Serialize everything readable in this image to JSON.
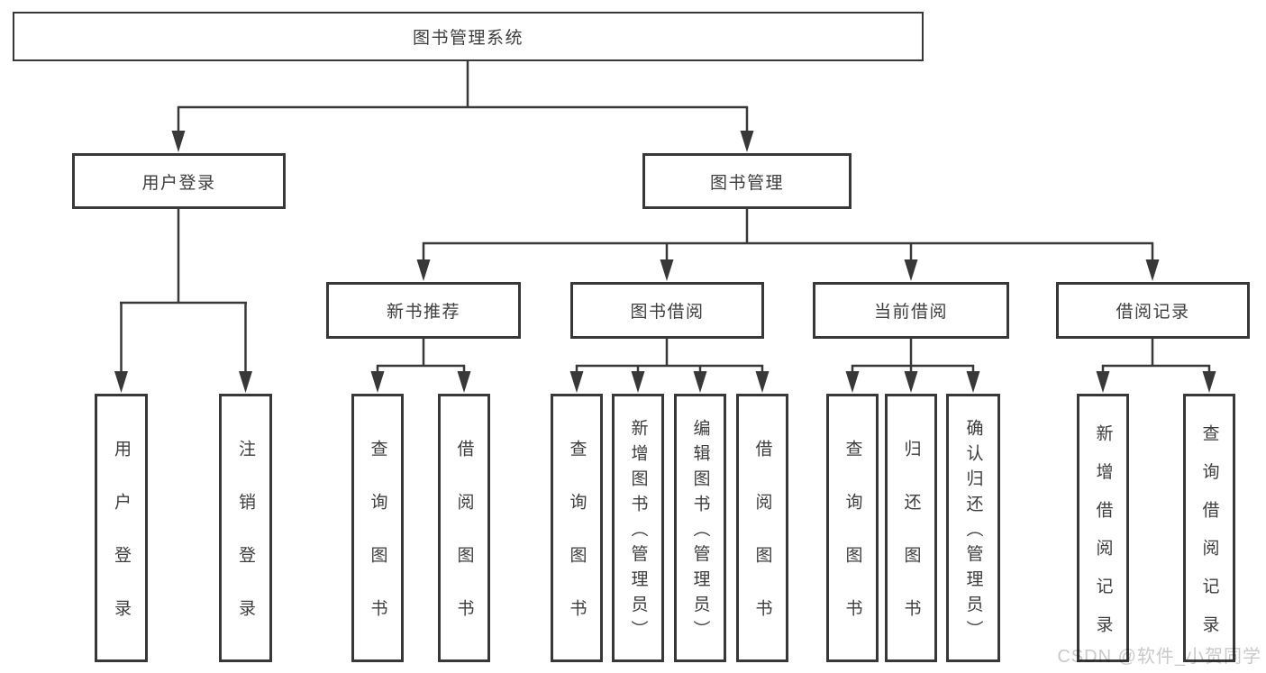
{
  "tree": {
    "label": "图书管理系统",
    "children": [
      {
        "label": "用户登录",
        "children": [
          {
            "label": "用户登录"
          },
          {
            "label": "注销登录"
          }
        ]
      },
      {
        "label": "图书管理",
        "children": [
          {
            "label": "新书推荐",
            "children": [
              {
                "label": "查询图书"
              },
              {
                "label": "借阅图书"
              }
            ]
          },
          {
            "label": "图书借阅",
            "children": [
              {
                "label": "查询图书"
              },
              {
                "label": "新增图书（管理员）"
              },
              {
                "label": "编辑图书（管理员）"
              },
              {
                "label": "借阅图书"
              }
            ]
          },
          {
            "label": "当前借阅",
            "children": [
              {
                "label": "查询图书"
              },
              {
                "label": "归还图书"
              },
              {
                "label": "确认归还（管理员）"
              }
            ]
          },
          {
            "label": "借阅记录",
            "children": [
              {
                "label": "新增借阅记录"
              },
              {
                "label": "查询借阅记录"
              }
            ]
          }
        ]
      }
    ]
  },
  "watermark": {
    "text": "CSDN @软件_小贺同学"
  },
  "colors": {
    "line": "#383838",
    "box_border": "#383838",
    "box_fill": "#ffffff",
    "text": "#3d3d3d",
    "watermark": "#c9c9c9",
    "background": "#ffffff"
  }
}
